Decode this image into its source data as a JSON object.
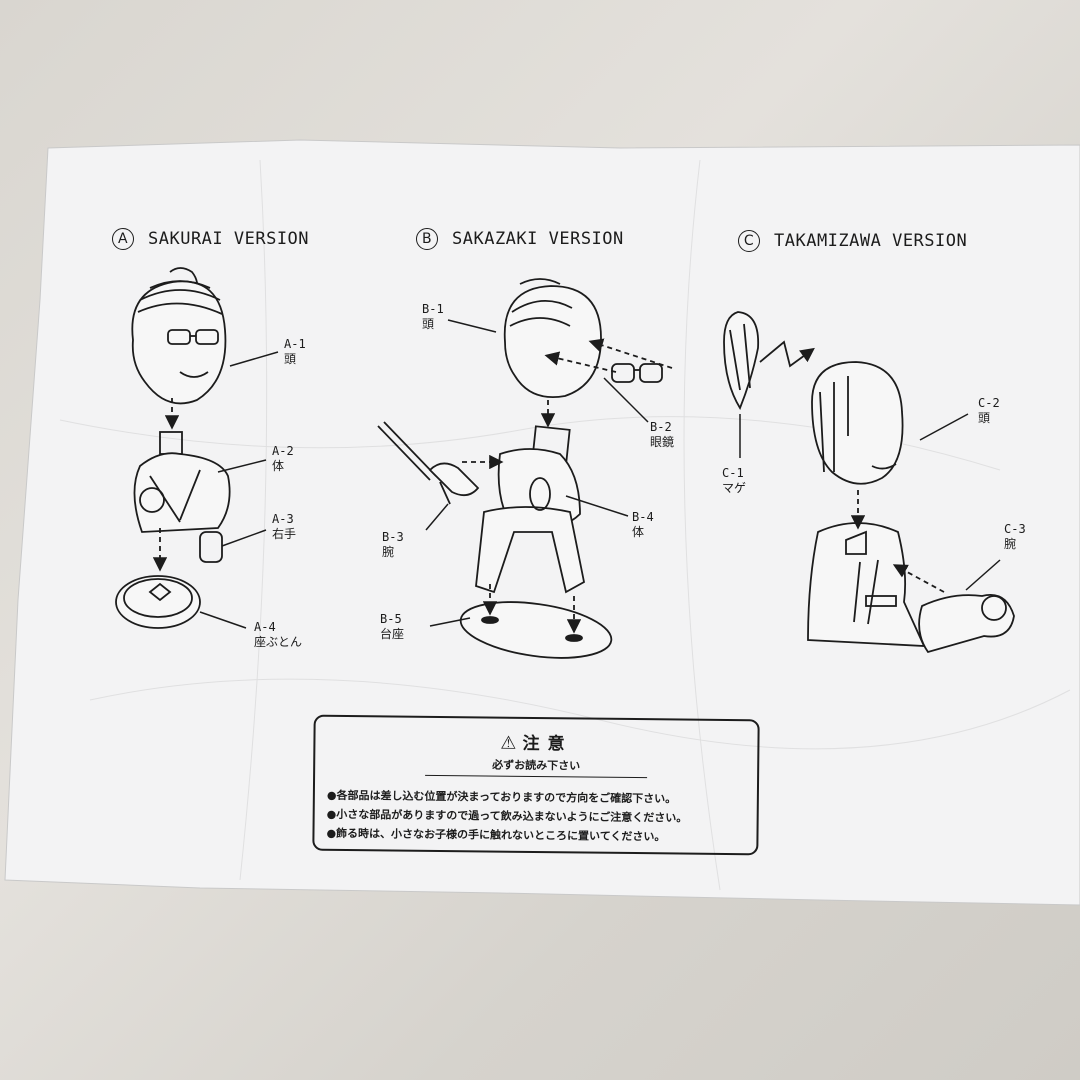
{
  "headers": {
    "a": {
      "marker": "A",
      "title": "SAKURAI VERSION"
    },
    "b": {
      "marker": "B",
      "title": "SAKAZAKI VERSION"
    },
    "c": {
      "marker": "C",
      "title": "TAKAMIZAWA VERSION"
    }
  },
  "parts": {
    "a1": {
      "code": "A-1",
      "name": "頭"
    },
    "a2": {
      "code": "A-2",
      "name": "体"
    },
    "a3": {
      "code": "A-3",
      "name": "右手"
    },
    "a4": {
      "code": "A-4",
      "name": "座ぶとん"
    },
    "b1": {
      "code": "B-1",
      "name": "頭"
    },
    "b2": {
      "code": "B-2",
      "name": "眼鏡"
    },
    "b3": {
      "code": "B-3",
      "name": "腕"
    },
    "b4": {
      "code": "B-4",
      "name": "体"
    },
    "b5": {
      "code": "B-5",
      "name": "台座"
    },
    "c1": {
      "code": "C-1",
      "name": "マゲ"
    },
    "c2": {
      "code": "C-2",
      "name": "頭"
    },
    "c3": {
      "code": "C-3",
      "name": "腕"
    }
  },
  "caution": {
    "title": "注意",
    "subtitle": "必ずお読み下さい",
    "notes": [
      "●各部品は差し込む位置が決まっておりますので方向をご確認下さい。",
      "●小さな部品がありますので過って飲み込まないようにご注意ください。",
      "●飾る時は、小さなお子様の手に触れないところに置いてください。"
    ]
  }
}
